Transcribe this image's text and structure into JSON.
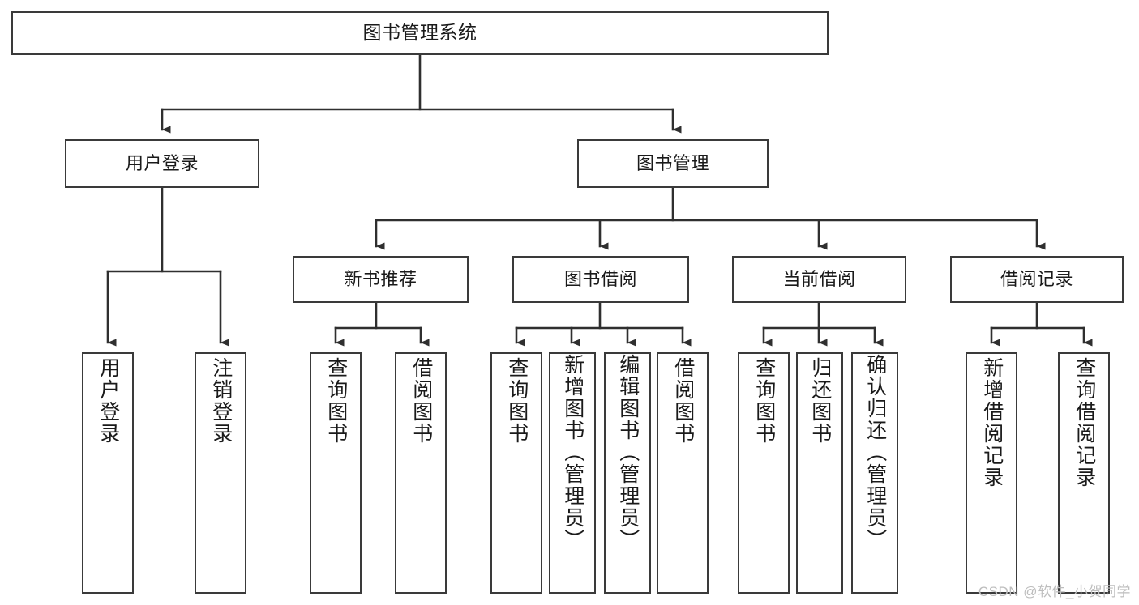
{
  "diagram": {
    "title": "图书管理系统",
    "type": "tree-structure-chart",
    "line_color": "#3a3a3a",
    "box_fill": "#ffffff",
    "text_color": "#1a1a1a",
    "watermark": "CSDN @软件_小贺同学"
  },
  "nodes": {
    "root": {
      "label": "图书管理系统"
    },
    "level1": [
      {
        "label": "用户登录"
      },
      {
        "label": "图书管理"
      }
    ],
    "level2": [
      {
        "label": "新书推荐"
      },
      {
        "label": "图书借阅"
      },
      {
        "label": "当前借阅"
      },
      {
        "label": "借阅记录"
      }
    ],
    "leaves": {
      "user_login": [
        {
          "label": "用户登录"
        },
        {
          "label": "注销登录"
        }
      ],
      "new_book": [
        {
          "label": "查询图书"
        },
        {
          "label": "借阅图书"
        }
      ],
      "borrow_book": [
        {
          "label": "查询图书"
        },
        {
          "label": "新增图书（管理员）"
        },
        {
          "label": "编辑图书（管理员）"
        },
        {
          "label": "借阅图书"
        }
      ],
      "current_borrow": [
        {
          "label": "查询图书"
        },
        {
          "label": "归还图书"
        },
        {
          "label": "确认归还（管理员）"
        }
      ],
      "borrow_record": [
        {
          "label": "新增借阅记录"
        },
        {
          "label": "查询借阅记录"
        }
      ]
    }
  }
}
